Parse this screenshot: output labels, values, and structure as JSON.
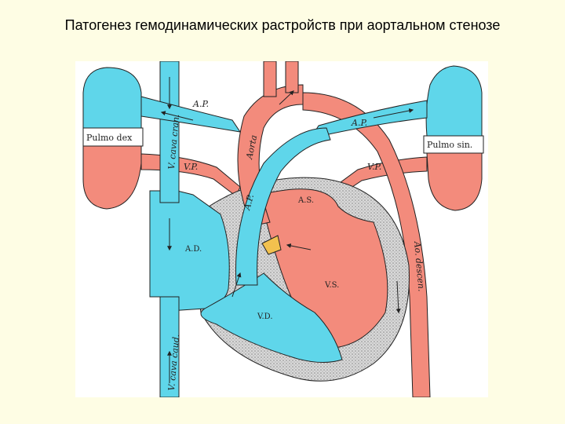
{
  "slide": {
    "title": "Патогенез гемодинамических растройств при аортальном стенозе"
  },
  "colors": {
    "venous": "#5fd6ea",
    "arterial": "#f38b7c",
    "myocardium": "#c9c9c9",
    "valve": "#f2c14e",
    "outline": "#222222"
  },
  "labels": {
    "pulmo_dex": "Pulmo dex",
    "pulmo_sin": "Pulmo sin.",
    "v_cava_cran": "V. cava cran.",
    "v_cava_caud": "V. cava caud.",
    "aorta": "Aorta",
    "ap_left": "A.P.",
    "ap_right": "A.P.",
    "ap_trunk": "A.P.",
    "vp_left": "V.P.",
    "vp_right": "V.P.",
    "as": "A.S.",
    "ad": "A.D.",
    "vs": "V.S.",
    "vd": "V.D.",
    "ao_descen": "Ao. descen."
  }
}
